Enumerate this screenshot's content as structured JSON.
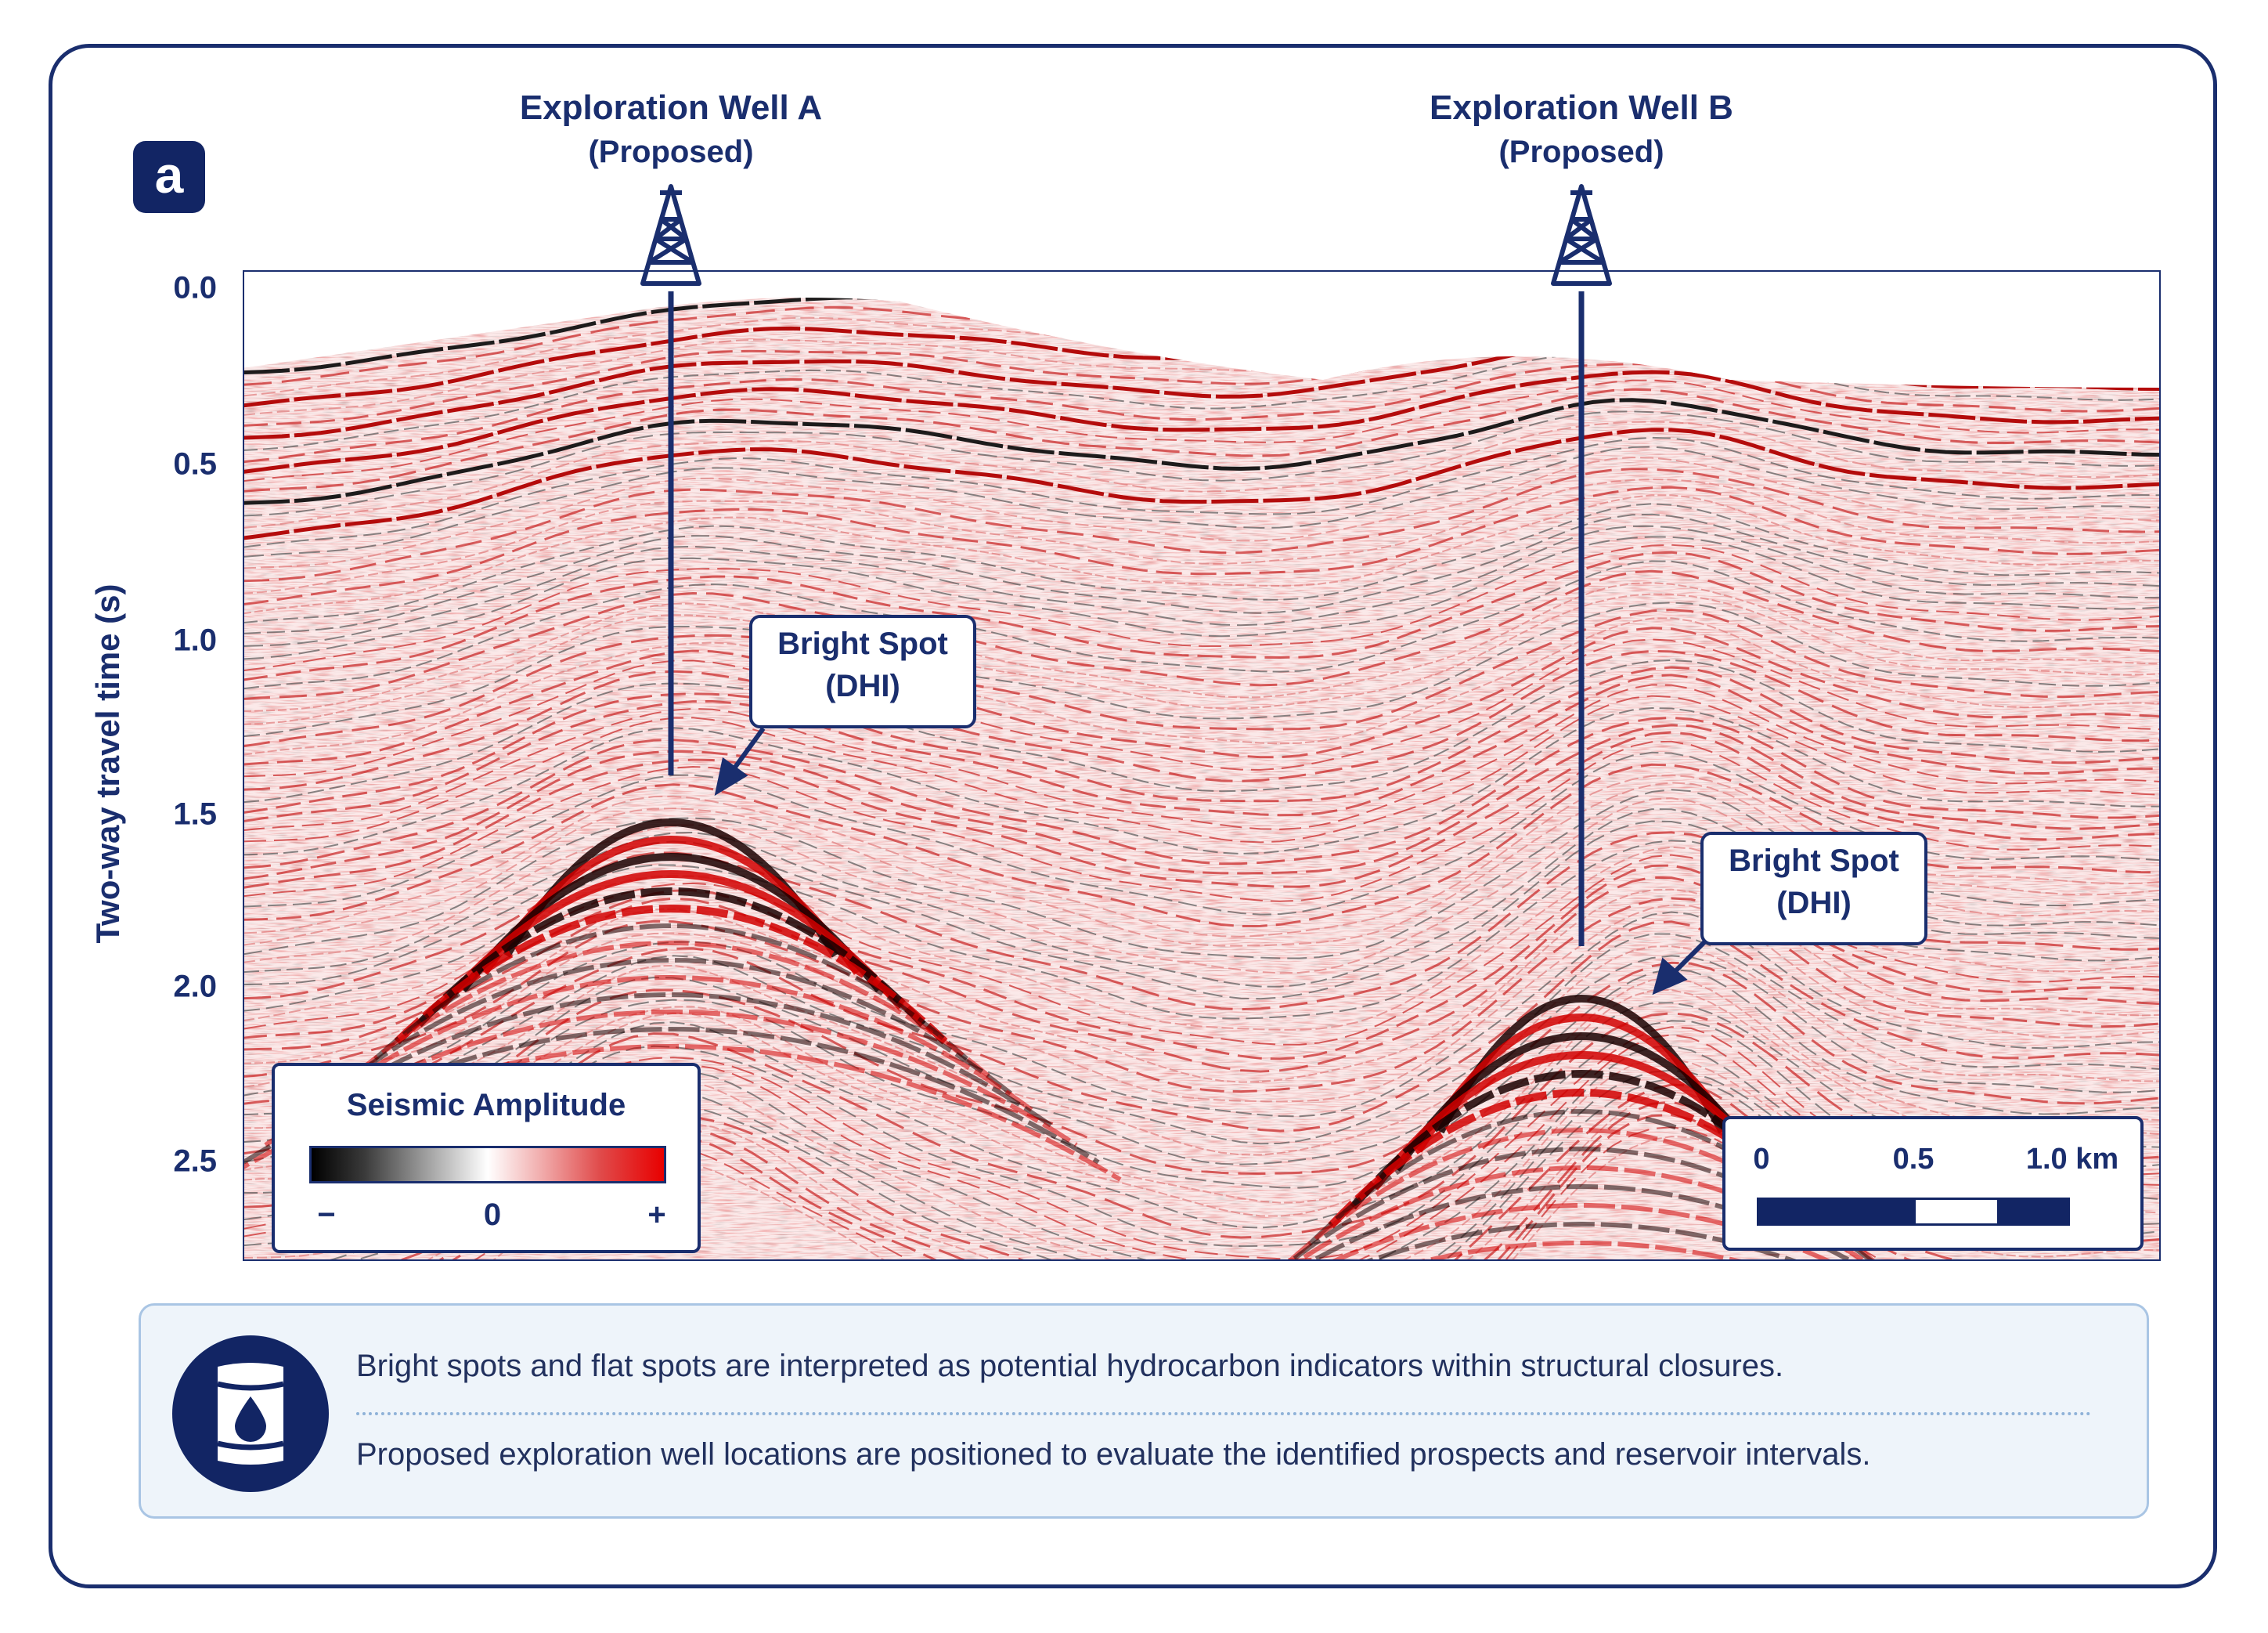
{
  "panel_label": "a",
  "wells": [
    {
      "name": "Exploration Well A",
      "status": "(Proposed)"
    },
    {
      "name": "Exploration Well B",
      "status": "(Proposed)"
    }
  ],
  "axis": {
    "ylabel": "Two-way travel time (s)",
    "ticks": [
      "0.0",
      "0.5",
      "1.0",
      "1.5",
      "2.0",
      "2.5"
    ],
    "ylim": [
      0.0,
      2.8
    ]
  },
  "callouts": [
    {
      "line1": "Bright Spot",
      "line2": "(DHI)"
    },
    {
      "line1": "Bright Spot",
      "line2": "(DHI)"
    }
  ],
  "legend": {
    "title": "Seismic Amplitude",
    "ticks": [
      "−",
      "0",
      "+"
    ],
    "colors": {
      "negative": "#000000",
      "zero": "#ffffff",
      "positive": "#e80000"
    }
  },
  "scalebar": {
    "labels": [
      "0",
      "0.5",
      "1.0 km"
    ],
    "max_km": 1.0
  },
  "info": {
    "icon": "oil-barrel-icon",
    "lines": [
      "Bright spots and flat spots are interpreted as potential hydrocarbon indicators within structural closures.",
      "Proposed exploration well locations are positioned to evaluate the identified prospects and reservoir intervals."
    ]
  },
  "colors": {
    "navy": "#1a2e6e",
    "badge": "#122564",
    "red": "#c81414",
    "info_bg": "#eef4fa"
  }
}
